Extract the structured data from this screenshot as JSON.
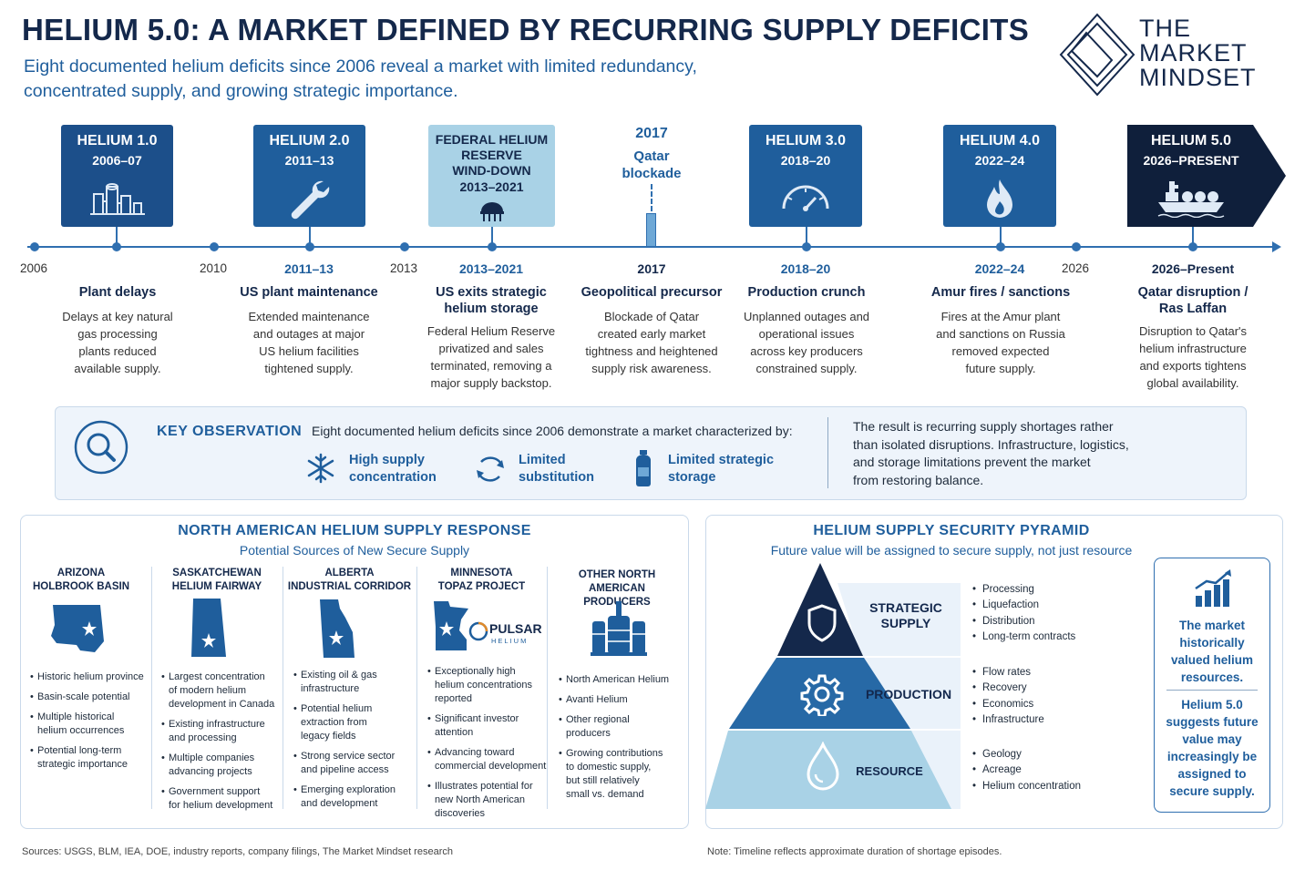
{
  "header": {
    "title": "HELIUM 5.0: A MARKET DEFINED BY RECURRING SUPPLY DEFICITS",
    "subtitle_line1": "Eight documented helium deficits since 2006 reveal a market with limited redundancy,",
    "subtitle_line2": "concentrated supply, and growing strategic importance.",
    "brand_line1": "THE",
    "brand_line2": "MARKET",
    "brand_line3": "MINDSET"
  },
  "timeline": {
    "ticks": [
      "2006",
      "2010",
      "2013",
      "2026"
    ],
    "boxes": [
      {
        "title": "HELIUM 1.0",
        "dates": "2006–07",
        "icon": "plant-icon"
      },
      {
        "title": "HELIUM 2.0",
        "dates": "2011–13",
        "icon": "wrench-icon"
      },
      {
        "title_1": "FEDERAL HELIUM",
        "title_2": "RESERVE",
        "title_3": "WIND-DOWN",
        "dates": "2013–2021",
        "icon": "storage-dome-icon"
      },
      {
        "year": "2017",
        "line1": "Qatar",
        "line2": "blockade"
      },
      {
        "title": "HELIUM 3.0",
        "dates": "2018–20",
        "icon": "gauge-icon"
      },
      {
        "title": "HELIUM 4.0",
        "dates": "2022–24",
        "icon": "flame-icon"
      },
      {
        "title": "HELIUM 5.0",
        "dates": "2026–PRESENT",
        "icon": "ship-icon"
      }
    ],
    "events": [
      {
        "year": "",
        "title": "Plant delays",
        "desc": [
          "Delays at key natural",
          "gas processing",
          "plants reduced",
          "available supply."
        ]
      },
      {
        "year": "2011–13",
        "title": "US plant maintenance",
        "desc": [
          "Extended maintenance",
          "and outages at major",
          "US helium facilities",
          "tightened supply."
        ]
      },
      {
        "year": "2013–2021",
        "title_1": "US exits strategic",
        "title_2": "helium storage",
        "desc": [
          "Federal Helium Reserve",
          "privatized and sales",
          "terminated, removing a",
          "major supply backstop."
        ]
      },
      {
        "year": "2017",
        "title": "Geopolitical precursor",
        "desc": [
          "Blockade of Qatar",
          "created early market",
          "tightness and heightened",
          "supply risk awareness."
        ]
      },
      {
        "year": "2018–20",
        "title": "Production crunch",
        "desc": [
          "Unplanned outages and",
          "operational issues",
          "across key producers",
          "constrained supply."
        ]
      },
      {
        "year": "2022–24",
        "title": "Amur fires / sanctions",
        "desc": [
          "Fires at the Amur plant",
          "and sanctions on Russia",
          "removed expected",
          "future supply."
        ]
      },
      {
        "year": "2026–Present",
        "title_1": "Qatar disruption /",
        "title_2": "Ras Laffan",
        "desc": [
          "Disruption to Qatar's",
          "helium infrastructure",
          "and exports tightens",
          "global availability."
        ]
      }
    ]
  },
  "observation": {
    "title": "KEY OBSERVATION",
    "lead": "Eight documented helium deficits since 2006 demonstrate a market characterized by:",
    "items": [
      {
        "l1": "High supply",
        "l2": "concentration",
        "icon": "snowflake-icon"
      },
      {
        "l1": "Limited",
        "l2": "substitution",
        "icon": "cycle-icon"
      },
      {
        "l1": "Limited strategic",
        "l2": "storage",
        "icon": "gas-cylinder-icon"
      }
    ],
    "result": [
      "The result is recurring supply shortages rather",
      "than isolated disruptions. Infrastructure, logistics,",
      "and storage limitations prevent the market",
      "from restoring balance."
    ]
  },
  "north_america": {
    "title": "NORTH AMERICAN HELIUM SUPPLY RESPONSE",
    "subtitle": "Potential Sources of New Secure Supply",
    "columns": [
      {
        "h1": "ARIZONA",
        "h2": "HOLBROOK BASIN",
        "bullets": [
          [
            "Historic helium province"
          ],
          [
            "Basin-scale potential"
          ],
          [
            "Multiple historical",
            "helium occurrences"
          ],
          [
            "Potential long-term",
            "strategic importance"
          ]
        ]
      },
      {
        "h1": "SASKATCHEWAN",
        "h2": "HELIUM FAIRWAY",
        "bullets": [
          [
            "Largest concentration",
            "of modern helium",
            "development in Canada"
          ],
          [
            "Existing infrastructure",
            "and processing"
          ],
          [
            "Multiple companies",
            "advancing projects"
          ],
          [
            "Government support",
            "for helium development"
          ]
        ]
      },
      {
        "h1": "ALBERTA",
        "h2": "INDUSTRIAL CORRIDOR",
        "bullets": [
          [
            "Existing oil & gas",
            "infrastructure"
          ],
          [
            "Potential helium",
            "extraction from",
            "legacy fields"
          ],
          [
            "Strong service sector",
            "and pipeline access"
          ],
          [
            "Emerging exploration",
            "and development"
          ]
        ]
      },
      {
        "h1": "MINNESOTA",
        "h2": "TOPAZ PROJECT",
        "logo_main": "PULSAR",
        "logo_sub": "HELIUM",
        "bullets": [
          [
            "Exceptionally high",
            "helium concentrations",
            "reported"
          ],
          [
            "Significant investor",
            "attention"
          ],
          [
            "Advancing toward",
            "commercial development"
          ],
          [
            "Illustrates potential for",
            "new North American",
            "discoveries"
          ]
        ]
      },
      {
        "h1": "OTHER NORTH AMERICAN",
        "h2": "PRODUCERS",
        "bullets": [
          [
            "North American Helium"
          ],
          [
            "Avanti Helium"
          ],
          [
            "Other regional",
            "producers"
          ],
          [
            "Growing contributions",
            "to domestic supply,",
            "but still relatively",
            "small vs. demand"
          ]
        ]
      }
    ]
  },
  "pyramid": {
    "title": "HELIUM SUPPLY SECURITY PYRAMID",
    "subtitle": "Future value will be assigned to secure supply, not just resource",
    "levels": [
      {
        "l1": "STRATEGIC",
        "l2": "SUPPLY",
        "icon": "shield-icon",
        "bullets": [
          "Processing",
          "Liquefaction",
          "Distribution",
          "Long-term contracts"
        ]
      },
      {
        "l1": "PRODUCTION",
        "icon": "gear-icon",
        "bullets": [
          "Flow rates",
          "Recovery",
          "Economics",
          "Infrastructure"
        ]
      },
      {
        "l1": "RESOURCE",
        "icon": "droplet-icon",
        "bullets": [
          "Geology",
          "Acreage",
          "Helium concentration"
        ]
      }
    ],
    "side_icon": "bar-chart-icon",
    "side_text_1": [
      "The market",
      "historically",
      "valued helium",
      "resources."
    ],
    "side_text_2": [
      "Helium 5.0",
      "suggests future",
      "value may",
      "increasingly be",
      "assigned to",
      "secure supply."
    ]
  },
  "footer": {
    "sources": "Sources: USGS, BLM, IEA, DOE, industry reports, company filings, The Market Mindset research",
    "note": "Note: Timeline reflects approximate duration of shortage episodes."
  },
  "colors": {
    "navy": "#14284b",
    "dark_navy": "#0f1f3b",
    "blue": "#1f5e9c",
    "mid_blue": "#2769a6",
    "light_blue": "#a9d2e6",
    "pale": "#eef4fb"
  }
}
